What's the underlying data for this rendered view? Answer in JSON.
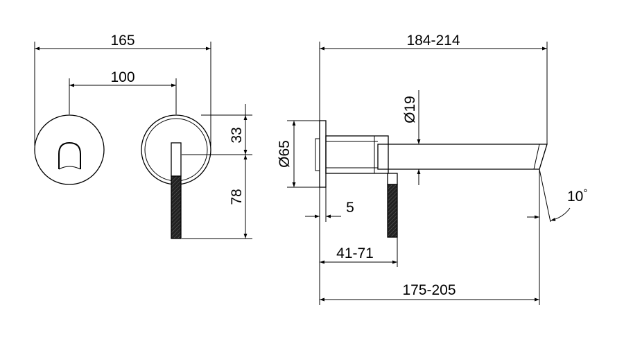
{
  "dimensions": {
    "width_overall": "165",
    "width_centers": "100",
    "height_upper": "33",
    "height_lower": "78",
    "flange_diameter": "65",
    "spout_diameter": "19",
    "overall_projection": "184-214",
    "flange_thickness": "5",
    "lever_offset": "41-71",
    "spout_projection": "175-205",
    "spout_angle": "10"
  },
  "symbols": {
    "diameter": "Ø",
    "degree": "°"
  }
}
